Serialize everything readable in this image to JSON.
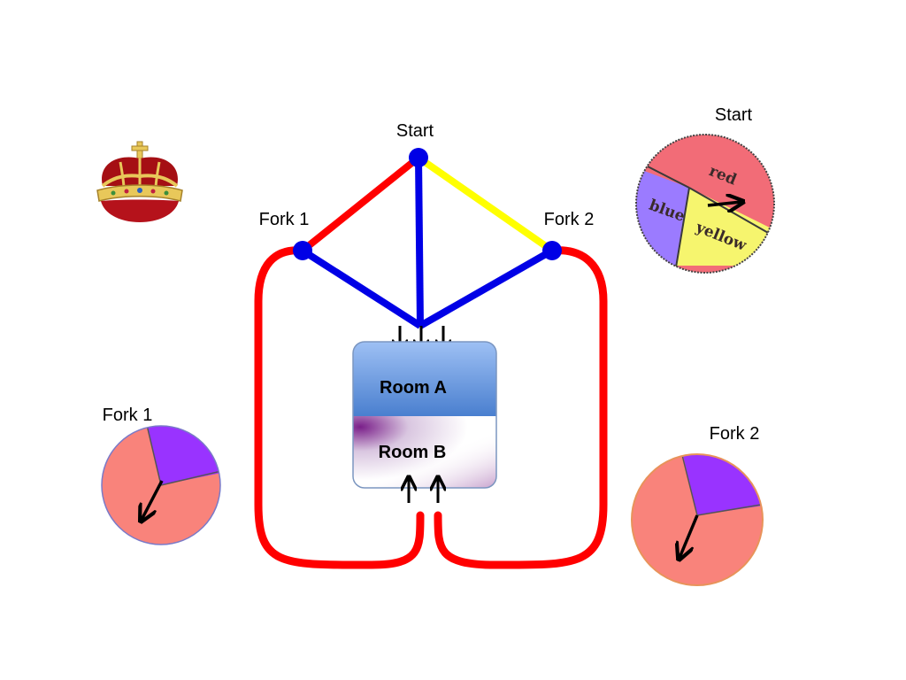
{
  "labels": {
    "start": "Start",
    "fork1": "Fork 1",
    "fork2": "Fork 2",
    "room_a": "Room A",
    "room_b": "Room B"
  },
  "spinners": {
    "start": {
      "title": "Start",
      "sectors": [
        "red",
        "blue",
        "yellow"
      ]
    },
    "fork1": {
      "title": "Fork 1"
    },
    "fork2": {
      "title": "Fork 2"
    }
  },
  "colors": {
    "red": "#ff0000",
    "blue": "#0000e6",
    "yellow": "#ffff00",
    "spinner_red": "#f26c77",
    "spinner_blue": "#9b7bff",
    "spinner_yellow": "#f6f56e",
    "spinner_salmon": "#f9837b",
    "spinner_purple": "#9933ff",
    "room_a": "#5b8fd9",
    "room_b_accent": "#7a2a8a"
  },
  "icons": [
    "crown-icon"
  ]
}
